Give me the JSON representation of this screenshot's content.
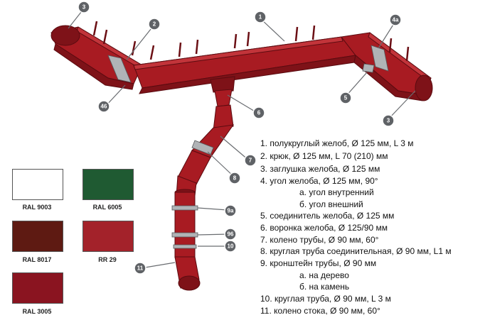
{
  "callouts": [
    "3",
    "2",
    "1",
    "4а",
    "46",
    "5",
    "3",
    "6",
    "7",
    "8",
    "9а",
    "96",
    "10",
    "11"
  ],
  "swatches": [
    {
      "label": "RAL 9003",
      "color": "#ffffff"
    },
    {
      "label": "RAL 6005",
      "color": "#1f5a32"
    },
    {
      "label": "RAL 8017",
      "color": "#5e1a12"
    },
    {
      "label": "RR 29",
      "color": "#a3222a"
    },
    {
      "label": "RAL 3005",
      "color": "#8a1420"
    }
  ],
  "legend": [
    "1. полукруглый желоб, Ø 125 мм, L 3 м",
    "2. крюк, Ø 125 мм, L 70 (210) мм",
    "3. заглушка желоба, Ø 125 мм",
    "4. угол желоба, Ø 125 мм, 90°",
    "а. угол внутренний",
    "б. угол внешний",
    "5. соединитель желоба, Ø 125 мм",
    "6. воронка желоба, Ø 125/90 мм",
    "7. колено трубы, Ø 90 мм, 60°",
    "8. круглая труба соединительная, Ø 90 мм,  L1 м",
    "9. кронштейн трубы, Ø 90 мм",
    "а. на дерево",
    "б. на камень",
    "10. круглая труба, Ø 90 мм, L 3 м",
    "11. колено стока, Ø 90 мм, 60°"
  ]
}
